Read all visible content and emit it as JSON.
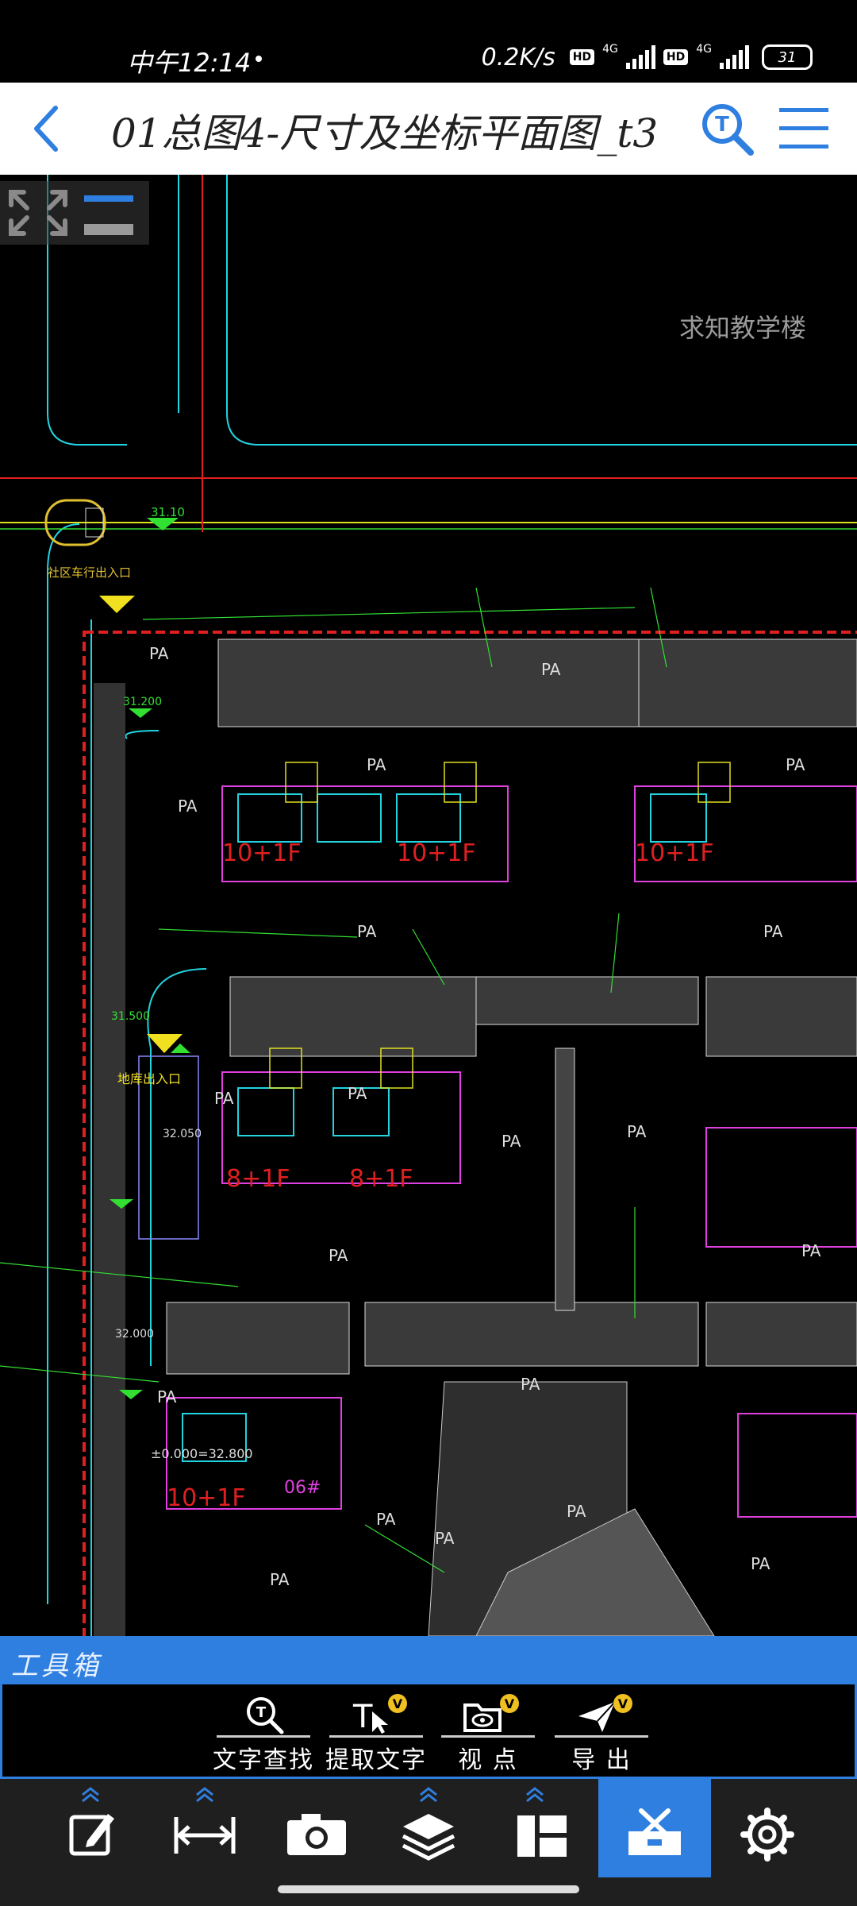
{
  "status_bar": {
    "time": "中午12:14",
    "speed": "0.2K/s",
    "hd": "HD",
    "network": "4G",
    "battery": "31"
  },
  "title_bar": {
    "title": "01总图4-尺寸及坐标平面图_t3",
    "back_icon": "chevron-left-icon",
    "search_icon": "text-search-icon",
    "menu_icon": "hamburger-menu-icon",
    "accent_color": "#2f7fe0"
  },
  "drawing": {
    "watermark": "求知教学楼",
    "labels": {
      "entrance": "社区车行出入口",
      "garage": "地库出入口",
      "pa": "PA",
      "elev_1": "31.10",
      "elev_2": "31.200",
      "elev_3": "31.500",
      "elev_4": "32.050",
      "elev_5": "32.000",
      "elev_6": "±0.000=32.800",
      "floors_1": "10+1F",
      "floors_2": "8+1F",
      "floors_3": "10+1F",
      "building_no": "06#"
    },
    "colors": {
      "line_cyan": "#21d4e0",
      "line_green": "#32e032",
      "line_red": "#e02020",
      "line_magenta": "#e040e0",
      "line_yellow": "#f0e020",
      "line_white": "#dddddd"
    }
  },
  "toolbox": {
    "title": "工具箱",
    "tools": [
      {
        "label": "文字查找",
        "icon": "magnifier-text-icon",
        "premium": false
      },
      {
        "label": "提取文字",
        "icon": "text-cursor-icon",
        "premium": true,
        "badge": "V"
      },
      {
        "label": "视 点",
        "icon": "eye-folder-icon",
        "premium": true,
        "badge": "V"
      },
      {
        "label": "导 出",
        "icon": "paper-plane-icon",
        "premium": true,
        "badge": "V"
      }
    ]
  },
  "bottom_bar": {
    "items": [
      {
        "name": "annotate",
        "icon": "edit-icon",
        "active": false,
        "has_expand": true
      },
      {
        "name": "measure",
        "icon": "measure-icon",
        "active": false,
        "has_expand": true
      },
      {
        "name": "camera",
        "icon": "camera-icon",
        "active": false,
        "has_expand": false
      },
      {
        "name": "layers",
        "icon": "layers-icon",
        "active": false,
        "has_expand": true
      },
      {
        "name": "layout",
        "icon": "layout-icon",
        "active": false,
        "has_expand": true
      },
      {
        "name": "toolbox",
        "icon": "toolbox-icon",
        "active": true,
        "has_expand": false
      },
      {
        "name": "settings",
        "icon": "gear-icon",
        "active": false,
        "has_expand": false
      }
    ]
  }
}
